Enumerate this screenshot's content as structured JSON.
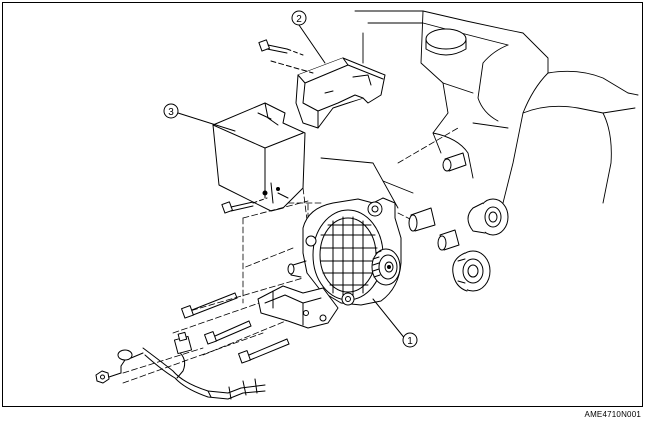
{
  "callouts": [
    {
      "id": "callout-1",
      "label": "1"
    },
    {
      "id": "callout-2",
      "label": "2"
    },
    {
      "id": "callout-3",
      "label": "3"
    }
  ],
  "figure_code": "AME4710N001"
}
